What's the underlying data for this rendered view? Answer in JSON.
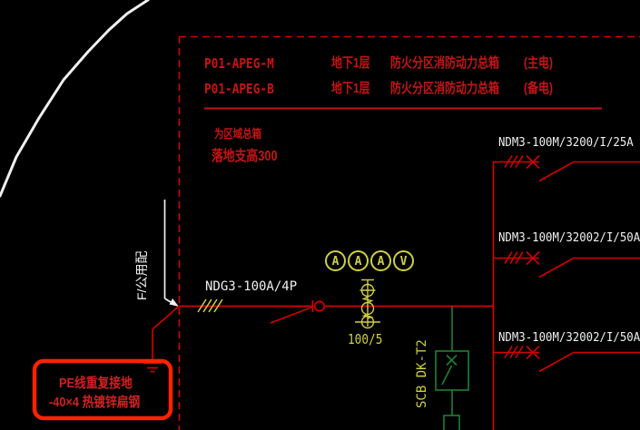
{
  "colors": {
    "background": "#000000",
    "line_red": "#d40000",
    "text_red": "#c81414",
    "highlight_red": "#ff2200",
    "white": "#f0f0f0",
    "yellow": "#cfcf40",
    "green": "#1f8033"
  },
  "panel": {
    "rows": [
      {
        "code": "P01-APEG-M",
        "floor": "地下1层",
        "desc": "防火分区消防动力总箱",
        "source": "(主电)"
      },
      {
        "code": "P01-APEG-B",
        "floor": "地下1层",
        "desc": "防火分区消防动力总箱",
        "source": "(备电)"
      }
    ],
    "note_line1": "为区域总箱",
    "note_line2": "落地支高300"
  },
  "incoming_label": "F/公用配",
  "main_switch_label": "NDG3-100A/4P",
  "ct_ratio": "100/5",
  "meters": [
    {
      "label": "A"
    },
    {
      "label": "A"
    },
    {
      "label": "A"
    },
    {
      "label": "V"
    }
  ],
  "transformer_label": "SCB DK-T2",
  "feeders": [
    {
      "label": "NDM3-100M/3200/I/25A"
    },
    {
      "label": "NDM3-100M/32002/I/50A"
    },
    {
      "label": "NDM3-100M/32002/I/50A"
    }
  ],
  "pe_annotation": {
    "line1": "PE线重复接地",
    "line2": "-40×4 热镀锌扁钢"
  }
}
